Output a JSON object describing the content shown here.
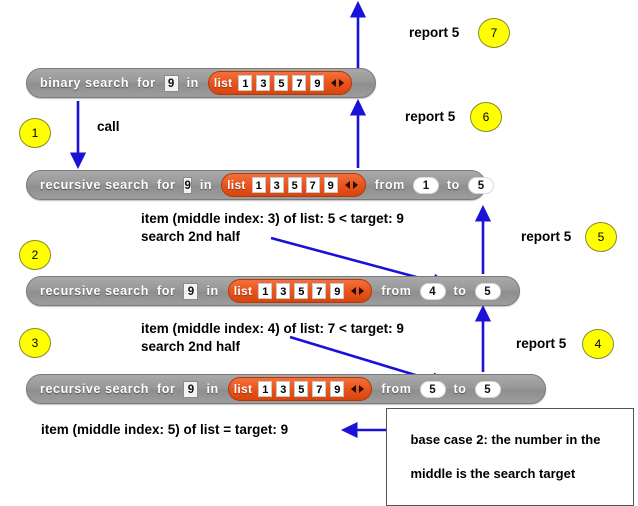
{
  "diagram": {
    "title": "binary search recursion trace",
    "accent_blue": "#1a12d8",
    "block_grey": "#9a9a9a",
    "list_orange": "#e8551d",
    "circle_yellow": "#ffff00"
  },
  "blocks": [
    {
      "id": "binary-search",
      "lead": "binary search",
      "for_word": "for",
      "target": "9",
      "in_word": "in",
      "list_word": "list",
      "cells": [
        "1",
        "3",
        "5",
        "7",
        "9"
      ],
      "from_word": "",
      "from_value": "",
      "to_word": "",
      "to_value": ""
    },
    {
      "id": "recursive-1",
      "lead": "recursive search",
      "for_word": "for",
      "target": "9",
      "in_word": "in",
      "list_word": "list",
      "cells": [
        "1",
        "3",
        "5",
        "7",
        "9"
      ],
      "from_word": "from",
      "from_value": "1",
      "to_word": "to",
      "to_value": "5"
    },
    {
      "id": "recursive-2",
      "lead": "recursive search",
      "for_word": "for",
      "target": "9",
      "in_word": "in",
      "list_word": "list",
      "cells": [
        "1",
        "3",
        "5",
        "7",
        "9"
      ],
      "from_word": "from",
      "from_value": "4",
      "to_word": "to",
      "to_value": "5"
    },
    {
      "id": "recursive-3",
      "lead": "recursive search",
      "for_word": "for",
      "target": "9",
      "in_word": "in",
      "list_word": "list",
      "cells": [
        "1",
        "3",
        "5",
        "7",
        "9"
      ],
      "from_word": "from",
      "from_value": "5",
      "to_word": "to",
      "to_value": "5"
    }
  ],
  "steps": [
    {
      "n": "1"
    },
    {
      "n": "2"
    },
    {
      "n": "3"
    },
    {
      "n": "4"
    },
    {
      "n": "5"
    },
    {
      "n": "6"
    },
    {
      "n": "7"
    }
  ],
  "labels": {
    "call": "call",
    "report_7": "report 5",
    "report_6": "report 5",
    "report_5": "report 5",
    "report_4": "report 5",
    "note_1_line1": "item (middle index: 3) of list: 5 < target: 9",
    "note_1_line2": "search 2nd half",
    "note_2_line1": "item (middle index: 4) of list: 7 < target: 9",
    "note_2_line2": "search 2nd half",
    "note_3": "item (middle index: 5) of list = target: 9",
    "callout_line1": "base case 2: the number in the",
    "callout_line2": "middle is the search target"
  }
}
